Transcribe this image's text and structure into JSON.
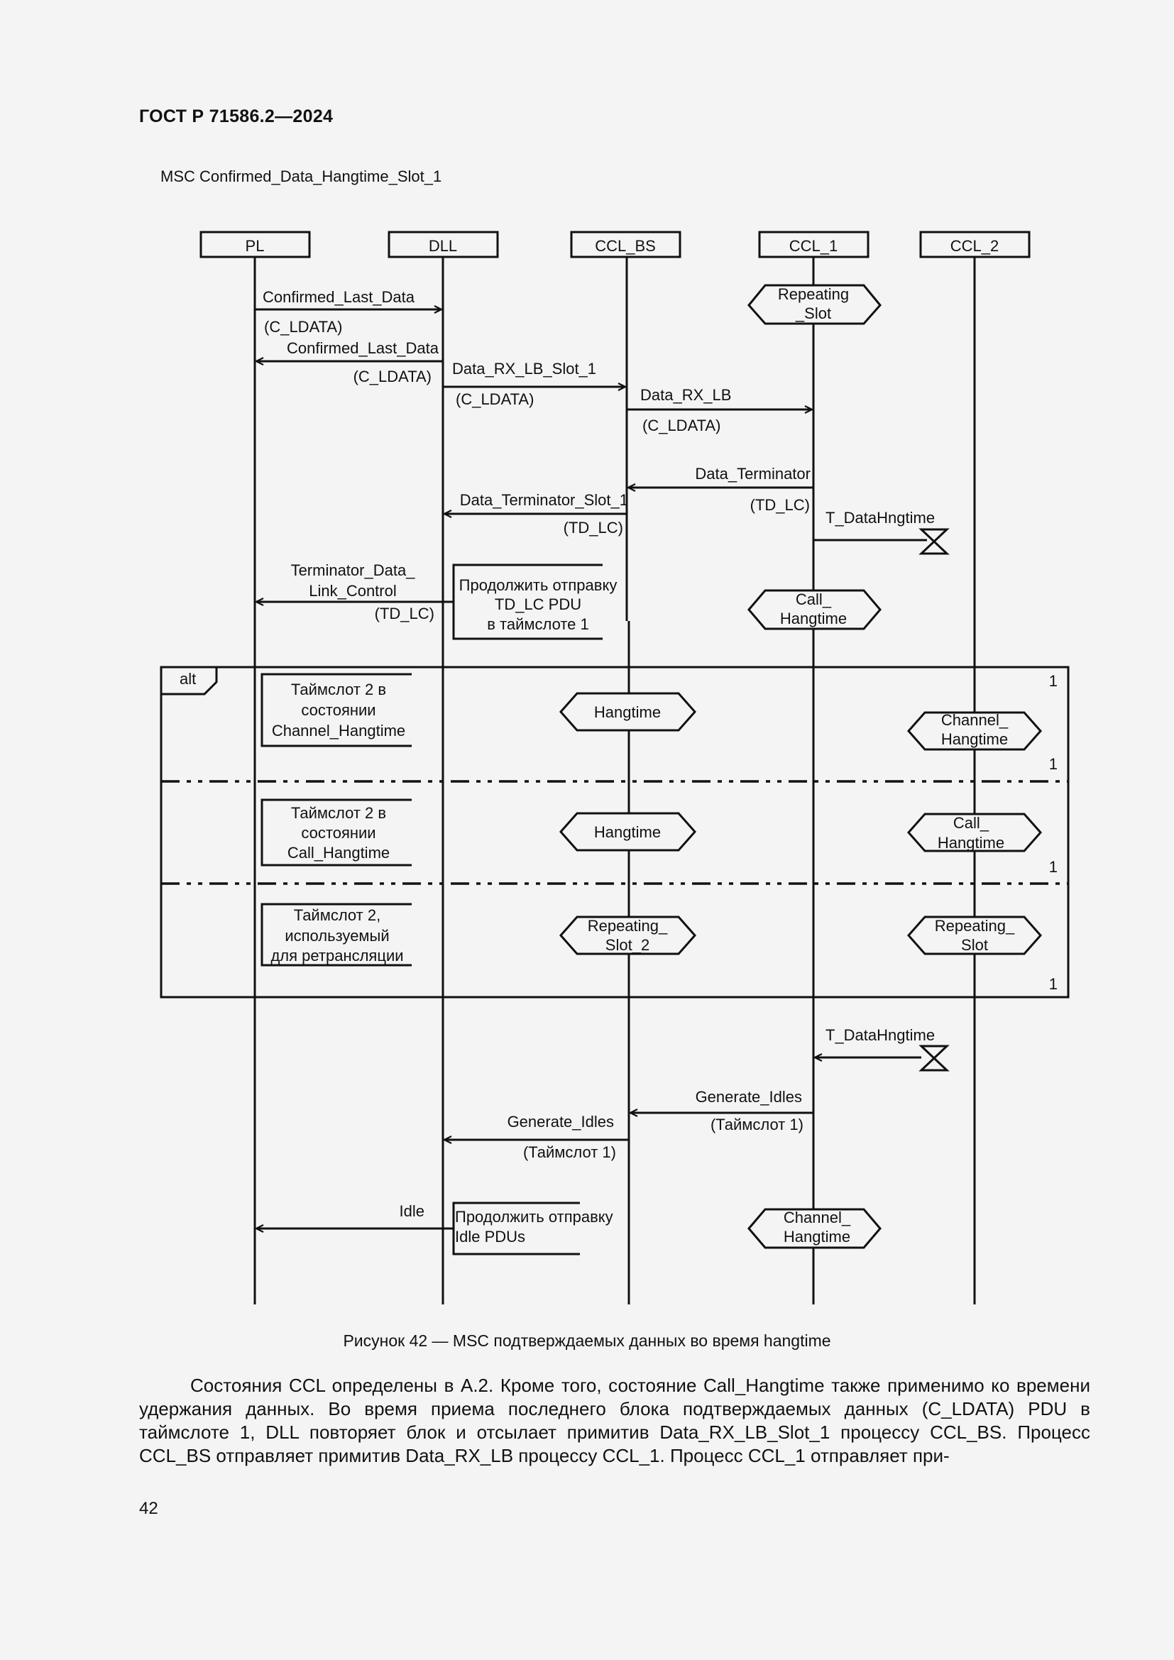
{
  "header": {
    "standard": "ГОСТ Р 71586.2—2024"
  },
  "msc_title": "MSC Confirmed_Data_Hangtime_Slot_1",
  "instances": [
    "PL",
    "DLL",
    "CCL_BS",
    "CCL_1",
    "CCL_2"
  ],
  "messages": [
    {
      "from": "PL",
      "to": "DLL",
      "name": "Confirmed_Last_Data",
      "param": "(C_LDATA)"
    },
    {
      "from": "DLL",
      "to": "PL",
      "name": "Confirmed_Last_Data",
      "param": "(C_LDATA)"
    },
    {
      "from": "DLL",
      "to": "CCL_BS",
      "name": "Data_RX_LB_Slot_1",
      "param": "(C_LDATA)"
    },
    {
      "from": "CCL_BS",
      "to": "CCL_1",
      "name": "Data_RX_LB",
      "param": "(C_LDATA)"
    },
    {
      "from": "CCL_1",
      "to": "CCL_BS",
      "name": "Data_Terminator",
      "param": "(TD_LC)"
    },
    {
      "from": "CCL_BS",
      "to": "DLL",
      "name": "Data_Terminator_Slot_1",
      "param": "(TD_LC)"
    },
    {
      "from": "DLL",
      "to": "PL",
      "name_line1": "Terminator_Data_",
      "name_line2": "Link_Control",
      "param": "(TD_LC)"
    },
    {
      "from": "CCL_1",
      "to": "CCL_BS",
      "name": "Generate_Idles",
      "param": "(Таймслот 1)"
    },
    {
      "from": "CCL_BS",
      "to": "DLL",
      "name": "Generate_Idles",
      "param": "(Таймслот 1)"
    },
    {
      "from": "DLL",
      "to": "PL",
      "name": "Idle"
    }
  ],
  "timers": [
    {
      "instance": "CCL_1",
      "label": "T_DataHngtime",
      "action": "set"
    },
    {
      "instance": "CCL_1",
      "label": "T_DataHngtime",
      "action": "expire"
    }
  ],
  "conditions": {
    "ccl1_repeating_slot": [
      "Repeating",
      "_Slot"
    ],
    "ccl1_call_hangtime": [
      "Call_",
      "Hangtime"
    ],
    "alt1_ccl_bs": [
      "Hangtime"
    ],
    "alt1_ccl2": [
      "Channel_",
      "Hangtime"
    ],
    "alt2_ccl_bs": [
      "Hangtime"
    ],
    "alt2_ccl2": [
      "Call_",
      "Hangtime"
    ],
    "alt3_ccl_bs": [
      "Repeating_",
      "Slot_2"
    ],
    "alt3_ccl2": [
      "Repeating_",
      "Slot"
    ],
    "ccl1_channel_hangtime": [
      "Channel_",
      "Hangtime"
    ]
  },
  "comments": {
    "td_lc_continue": [
      "Продолжить отправку",
      "TD_LC PDU",
      "в таймслоте 1"
    ],
    "idle_continue": [
      "Продолжить отправку",
      "Idle PDUs"
    ],
    "alt1": [
      "Таймслот 2 в",
      "состоянии",
      "Channel_Hangtime"
    ],
    "alt2": [
      "Таймслот 2 в",
      "состоянии",
      "Call_Hangtime"
    ],
    "alt3": [
      "Таймслот 2,",
      "используемый",
      "для ретрансляции"
    ]
  },
  "alt_frame": {
    "keyword": "alt",
    "operand_counts": [
      "1",
      "1",
      "1",
      "1"
    ]
  },
  "caption": "Рисунок 42 — MSC подтверждаемых данных во время hangtime",
  "body_paragraph": "Состояния CCL определены в А.2. Кроме того, состояние Call_Hangtime также применимо ко времени удержания данных. Во время приема последнего блока подтверждаемых данных (C_LDATA) PDU в таймслоте 1, DLL повторяет блок и отсылает примитив Data_RX_LB_Slot_1 процессу CCL_BS. Процесс CCL_BS отправляет примитив Data_RX_LB процессу CCL_1. Процесс CCL_1 отправляет при-",
  "page_number": "42",
  "colors": {
    "ink": "#111111",
    "paper": "#f4f4f4"
  }
}
